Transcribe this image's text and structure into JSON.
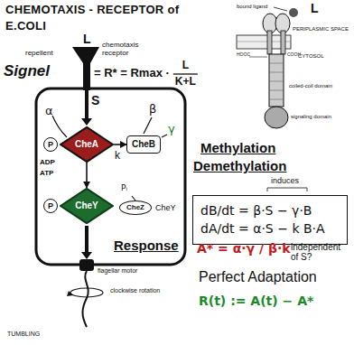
{
  "diagram": {
    "title": "CHEMOTAXIS - RECEPTOR of E.COLI",
    "nodes": [
      {
        "text": [
          "P"
        ]
      },
      {
        "text": [
          "CheA"
        ]
      },
      {
        "text": [
          "CheB"
        ]
      },
      {
        "text": [
          "P"
        ]
      },
      {
        "text": [
          "CheY"
        ]
      },
      {
        "text": [
          "CheZ"
        ]
      },
      {
        "text": [
          "dB/dt = β·S − γ·B",
          "dA/dt = α·S − k B·A"
        ]
      }
    ],
    "edges": [
      {
        "from": 1,
        "to": 2,
        "arrow": "to"
      },
      {
        "from": 1,
        "to": 4,
        "arrow": "to"
      }
    ],
    "labels": [
      "L",
      "repellent",
      "chemotaxis receptor",
      "Signel",
      "= R* = Rmax ·",
      "L",
      "K+L",
      "S",
      "α",
      "β",
      "γ",
      "k",
      "ADP",
      "ATP",
      "Pᵢ",
      "CheY",
      "Response",
      "flagellar motor",
      "clockwise rotation",
      "TUMBLING",
      "bound ligand",
      "L",
      "PERIPLASMIC SPACE",
      "CYTOSOL",
      "HOOC",
      "COOH",
      "coiled-coil domain",
      "signaling domain",
      "Methylation",
      "Demethylation",
      "induces",
      "A* = α·γ / β·k",
      "independent of S?",
      "Perfect Adaptation",
      "R(t) := A(t) − A*"
    ]
  }
}
